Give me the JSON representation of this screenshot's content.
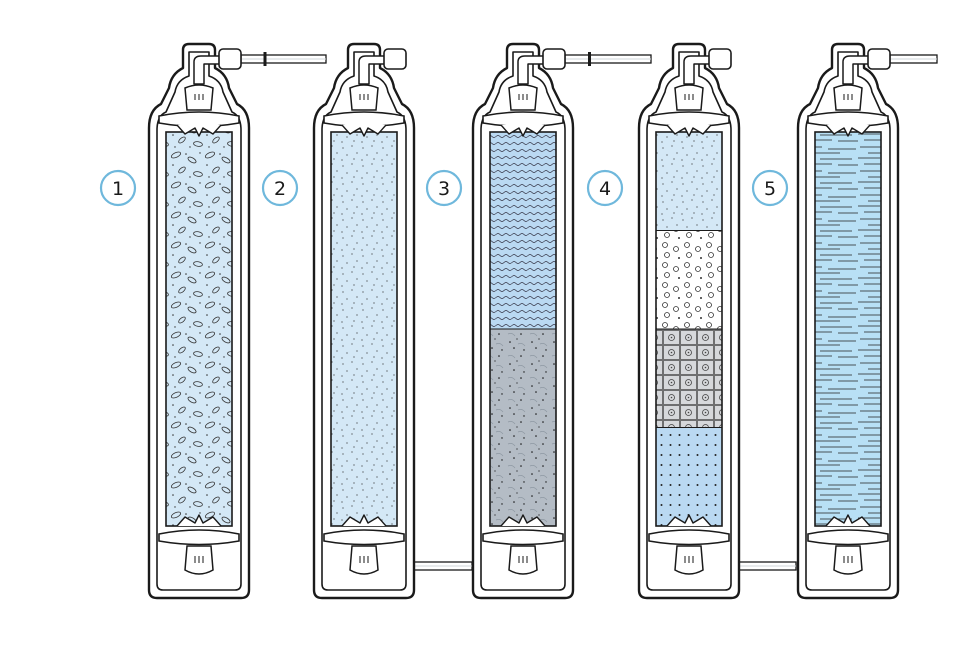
{
  "diagram": {
    "stroke_color": "#1a1a1a",
    "badge_color": "#6fb8dc",
    "cartridges": [
      {
        "badge": "1",
        "media": [
          "pebble"
        ]
      },
      {
        "badge": "2",
        "media": [
          "fine-dots"
        ]
      },
      {
        "badge": "3",
        "media": [
          "wavy-lines",
          "dark-granules"
        ]
      },
      {
        "badge": "4",
        "media": [
          "fine-dots",
          "circles",
          "grid-cells",
          "dot-grid"
        ]
      },
      {
        "badge": "5",
        "media": [
          "horizontal-fibers"
        ]
      }
    ],
    "colors": {
      "light_blue": "#d4e8f6",
      "mid_blue": "#bad9f2",
      "sky_blue": "#b8e0f5",
      "gray": "#b4bcc5",
      "light_gray": "#d6d8db",
      "shell": "#ffffff"
    }
  }
}
